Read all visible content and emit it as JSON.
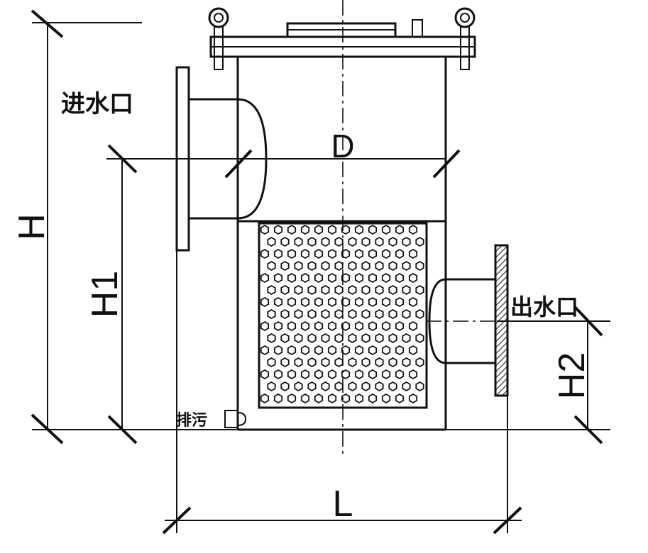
{
  "labels": {
    "inlet": "进水口",
    "outlet": "出水口",
    "drain": "排污"
  },
  "dimensions": {
    "overall_height": "H",
    "inlet_height": "H1",
    "outlet_height": "H2",
    "length": "L",
    "diameter": "D"
  },
  "colors": {
    "line": "#111111",
    "background": "#ffffff",
    "flange_hatch": "#555555"
  }
}
